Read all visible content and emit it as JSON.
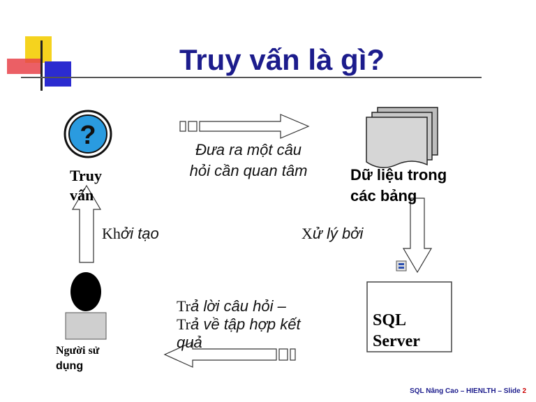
{
  "slide": {
    "title": "Truy vấn là gì?",
    "footer_text": "SQL Nâng Cao – HIENLTH – Slide ",
    "slide_number": "2"
  },
  "nodes": {
    "query": {
      "label_line1": "Truy",
      "label_line2": "vấn",
      "icon": "question-mark-icon"
    },
    "tables": {
      "label_line1": "Dữ liệu trong",
      "label_line2": "các bảng",
      "icon": "stacked-pages-icon"
    },
    "server": {
      "label_line1": "SQL",
      "label_line2": "Server",
      "icon": "server-box"
    },
    "user": {
      "label_line1": "Người sử",
      "label_line2": "dụng",
      "icon": "person-icon"
    }
  },
  "edges": {
    "ask": {
      "line1": "Đưa ra một câu",
      "line2": "hỏi cần quan tâm"
    },
    "process_lead": "X",
    "process_rest": "ử lý bởi",
    "init_lead": "Kh",
    "init_rest": "ởi tạo",
    "answer": {
      "line1_lead": "Tr",
      "line1_rest": "ả lời câu hỏi –",
      "line2_lead": "Tr",
      "line2_rest": "ả về tập hợp kết",
      "line3": "quả"
    }
  },
  "colors": {
    "title": "#1c1c8c",
    "accent_yellow": "#f5d31e",
    "accent_red": "#e8434a",
    "accent_blue": "#2b2bd0",
    "icon_blue": "#2a9be0"
  }
}
